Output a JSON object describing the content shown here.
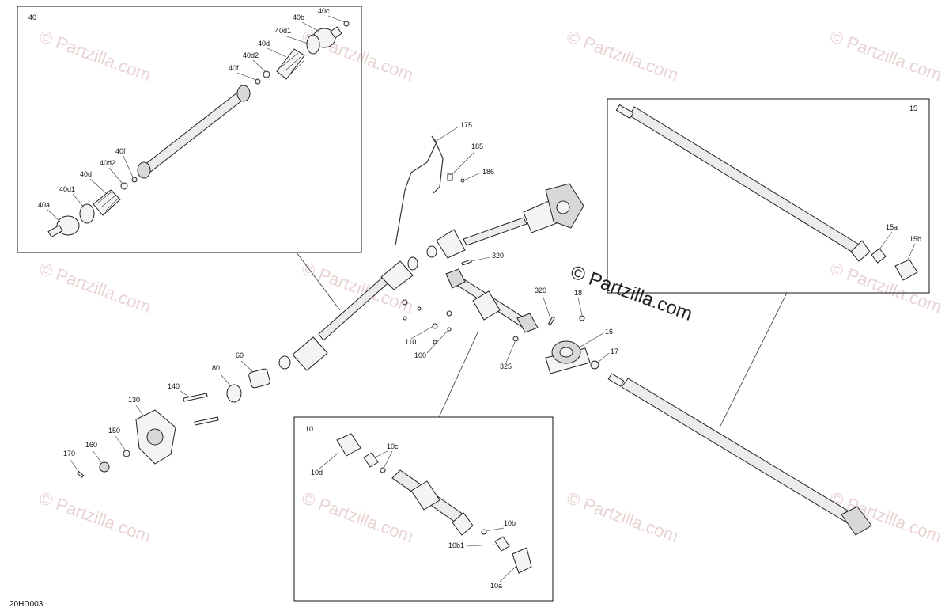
{
  "watermark": {
    "text": "© Partzilla.com",
    "center_text": "© Partzilla.com"
  },
  "drawing_code": "20HD003",
  "boxes": {
    "box40": {
      "label": "40"
    },
    "box15": {
      "label": "15"
    },
    "box10": {
      "label": "10"
    }
  },
  "labels": {
    "40c": "40c",
    "40b": "40b",
    "40d1_top": "40d1",
    "40d_top": "40d",
    "40d2_top": "40d2",
    "40f_top": "40f",
    "40f_bot": "40f",
    "40d2_bot": "40d2",
    "40d_bot": "40d",
    "40d1_bot": "40d1",
    "40a": "40a",
    "175": "175",
    "185": "185",
    "186": "186",
    "320a": "320",
    "320b": "320",
    "18": "18",
    "16": "16",
    "17": "17",
    "110": "110",
    "100": "100",
    "325": "325",
    "60": "60",
    "80": "80",
    "140": "140",
    "130": "130",
    "150": "150",
    "160": "160",
    "170": "170",
    "15a": "15a",
    "15b": "15b",
    "10d": "10d",
    "10c": "10c",
    "10b": "10b",
    "10b1": "10b1",
    "10a": "10a"
  },
  "colors": {
    "line": "#222222",
    "watermark": "#e9d3d3",
    "part_fill": "#f4f4f4"
  }
}
